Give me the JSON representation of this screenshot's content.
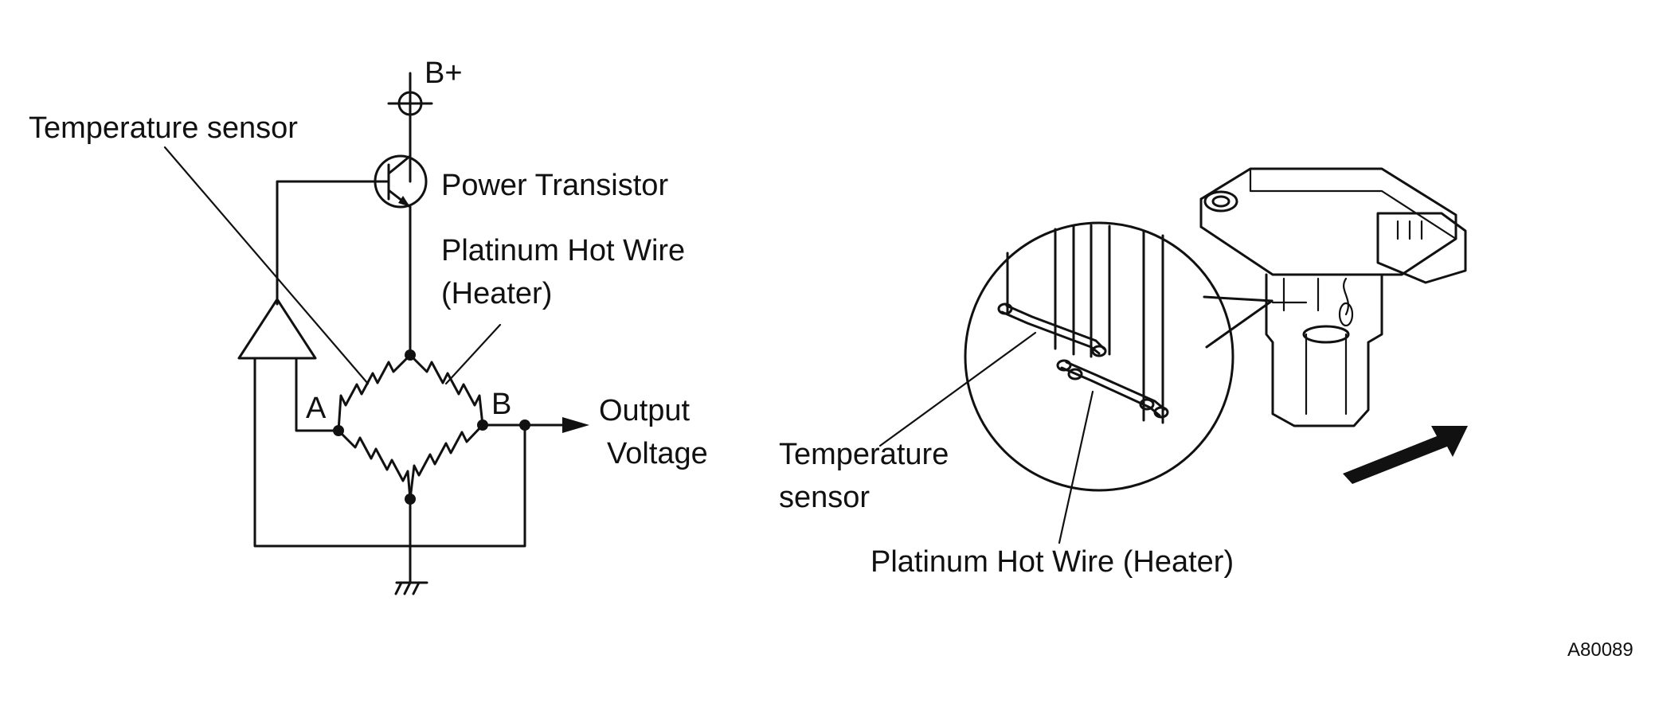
{
  "diagram": {
    "circuit": {
      "supply_label": "B+",
      "temp_sensor_label": "Temperature sensor",
      "transistor_label": "Power Transistor",
      "hotwire_label_1": "Platinum Hot Wire",
      "hotwire_label_2": "(Heater)",
      "node_a_label": "A",
      "node_b_label": "B",
      "output_label_1": "Output",
      "output_label_2": "Voltage"
    },
    "sensor_view": {
      "temp_sensor_label_1": "Temperature",
      "temp_sensor_label_2": "sensor",
      "hotwire_label": "Platinum Hot Wire (Heater)"
    },
    "figure_id": "A80089"
  }
}
